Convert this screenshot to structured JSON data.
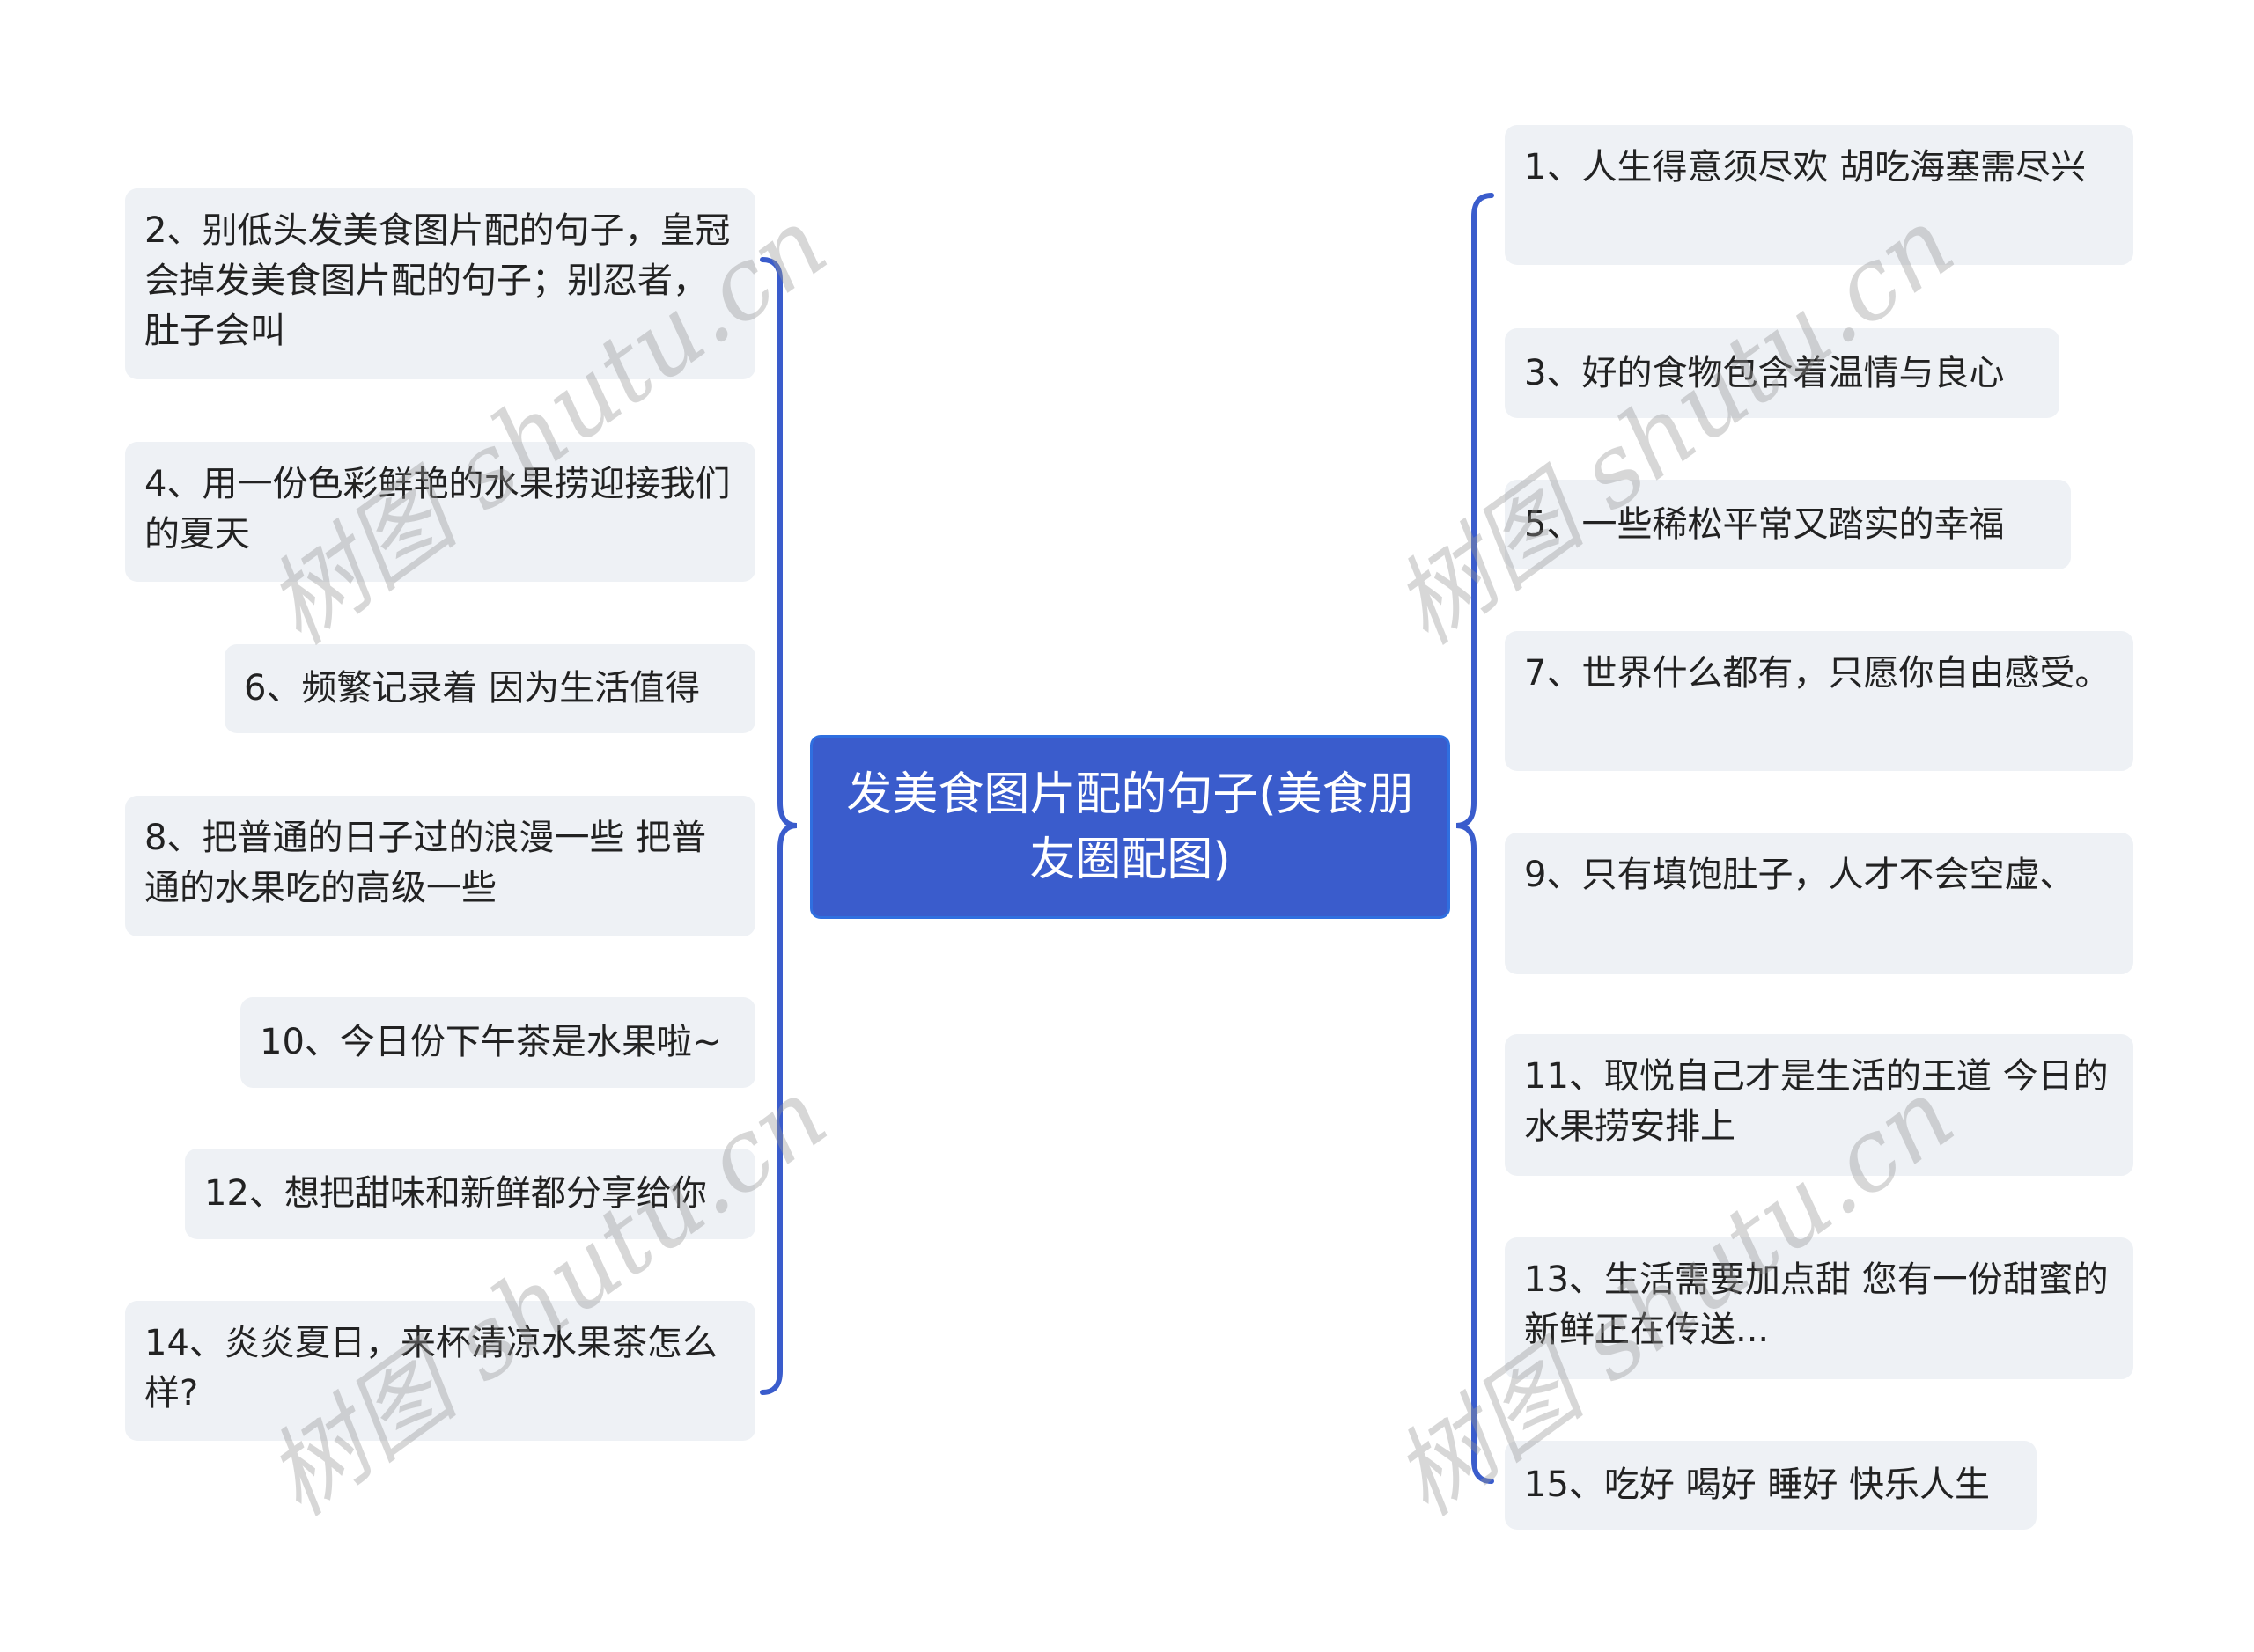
{
  "diagram": {
    "type": "mind-map",
    "accent_color": "#3a5ccc",
    "node_bg_color": "#eef1f5",
    "root": {
      "label": "发美食图片配的句子(美食朋友圈配图)"
    },
    "left_branches": [
      {
        "id": "2",
        "label": "2、别低头发美食图片配的句子，皇冠会掉发美食图片配的句子；别忍者，肚子会叫"
      },
      {
        "id": "4",
        "label": "4、用一份色彩鲜艳的水果捞迎接我们的夏天"
      },
      {
        "id": "6",
        "label": "6、频繁记录着 因为生活值得"
      },
      {
        "id": "8",
        "label": "8、把普通的日子过的浪漫一些 把普通的水果吃的高级一些"
      },
      {
        "id": "10",
        "label": "10、今日份下午茶是水果啦~"
      },
      {
        "id": "12",
        "label": "12、想把甜味和新鲜都分享给你"
      },
      {
        "id": "14",
        "label": "14、炎炎夏日，来杯清凉水果茶怎么样?"
      }
    ],
    "right_branches": [
      {
        "id": "1",
        "label": "1、人生得意须尽欢 胡吃海塞需尽兴"
      },
      {
        "id": "3",
        "label": "3、好的食物包含着温情与良心"
      },
      {
        "id": "5",
        "label": "5、一些稀松平常又踏实的幸福"
      },
      {
        "id": "7",
        "label": "7、世界什么都有，只愿你自由感受。"
      },
      {
        "id": "9",
        "label": "9、只有填饱肚子，人才不会空虚、"
      },
      {
        "id": "11",
        "label": "11、取悦自己才是生活的王道 今日的水果捞安排上"
      },
      {
        "id": "13",
        "label": "13、生活需要加点甜 您有一份甜蜜的新鲜正在传送..."
      },
      {
        "id": "15",
        "label": "15、吃好 喝好 睡好 快乐人生"
      }
    ]
  },
  "watermark": {
    "text": "树图 shutu.cn"
  }
}
